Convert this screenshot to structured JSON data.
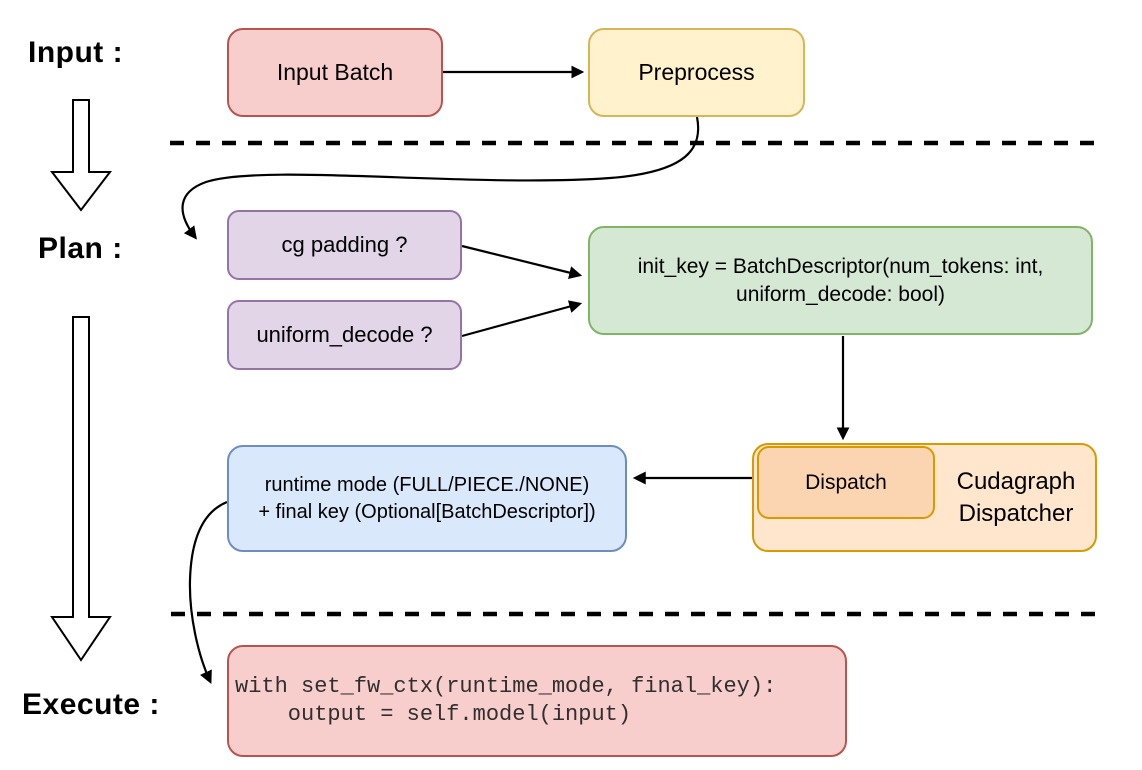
{
  "palette": {
    "red_fill": "#f8cecc",
    "red_stroke": "#b85450",
    "yellow_fill": "#fff2cc",
    "yellow_stroke": "#d6b656",
    "purple_fill": "#e1d5e7",
    "purple_stroke": "#9673a6",
    "green_fill": "#d5e8d4",
    "green_stroke": "#82b366",
    "blue_fill": "#dae8fc",
    "blue_stroke": "#6c8ebf",
    "orange_fill": "#ffe6cc",
    "orange_inner_fill": "#fbd4b2",
    "orange_stroke": "#d79b00",
    "line_color": "#000000"
  },
  "stages": {
    "input_label": "Input :",
    "plan_label": "Plan :",
    "execute_label": "Execute :"
  },
  "nodes": {
    "input_batch": {
      "label": "Input Batch"
    },
    "preprocess": {
      "label": "Preprocess"
    },
    "cg_padding": {
      "label": "cg padding ?"
    },
    "uniform_decode": {
      "label": "uniform_decode ?"
    },
    "init_key": {
      "lines": [
        "init_key = BatchDescriptor(num_tokens: int,",
        "uniform_decode: bool)"
      ]
    },
    "runtime_mode": {
      "lines": [
        "runtime mode (FULL/PIECE./NONE)",
        "+ final key (Optional[BatchDescriptor])"
      ]
    },
    "dispatch": {
      "label": "Dispatch"
    },
    "cudagraph_dispatcher": {
      "lines": [
        "Cudagraph",
        "Dispatcher"
      ]
    },
    "execute_code": {
      "lines": [
        "with set_fw_ctx(runtime_mode, final_key):",
        "    output = self.model(input)"
      ]
    }
  },
  "edges": [
    {
      "from": "input_batch",
      "to": "preprocess"
    },
    {
      "from": "preprocess",
      "to": "cg_padding"
    },
    {
      "from": "cg_padding",
      "to": "init_key"
    },
    {
      "from": "uniform_decode",
      "to": "init_key"
    },
    {
      "from": "init_key",
      "to": "dispatch"
    },
    {
      "from": "dispatch",
      "to": "runtime_mode"
    },
    {
      "from": "runtime_mode",
      "to": "execute_code"
    },
    {
      "from": "input_stage",
      "to": "plan_stage"
    },
    {
      "from": "plan_stage",
      "to": "execute_stage"
    }
  ]
}
